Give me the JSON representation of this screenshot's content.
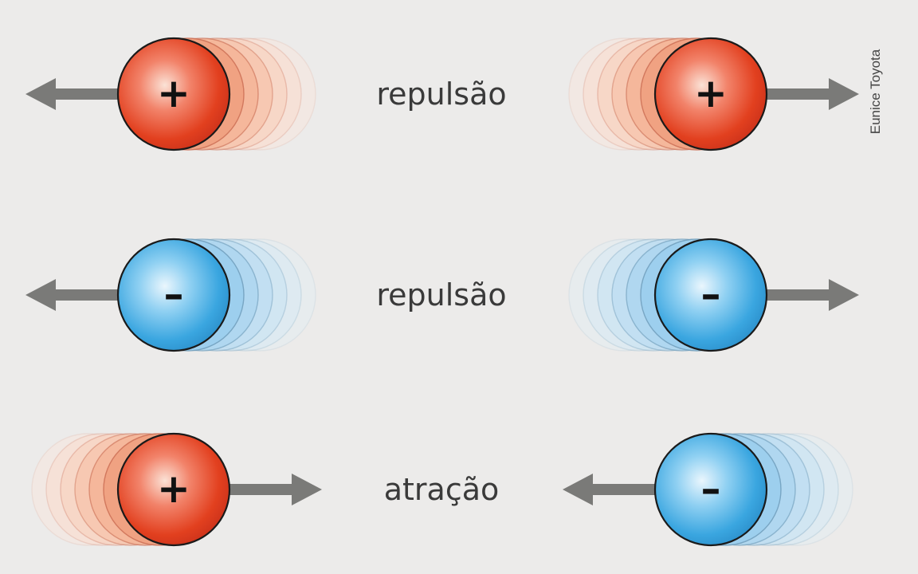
{
  "credit": "Eunice Toyota",
  "colors": {
    "background": "#ecebea",
    "positive": "#e53f25",
    "negative": "#3aa6e0",
    "arrow": "#7a7a78",
    "label": "#3a3a3a"
  },
  "rows": [
    {
      "label": "repulsão",
      "left": {
        "charge": "positive",
        "sign": "+",
        "motion": "left"
      },
      "right": {
        "charge": "positive",
        "sign": "+",
        "motion": "right"
      }
    },
    {
      "label": "repulsão",
      "left": {
        "charge": "negative",
        "sign": "–",
        "motion": "left"
      },
      "right": {
        "charge": "negative",
        "sign": "–",
        "motion": "right"
      }
    },
    {
      "label": "atração",
      "left": {
        "charge": "positive",
        "sign": "+",
        "motion": "right"
      },
      "right": {
        "charge": "negative",
        "sign": "–",
        "motion": "left"
      }
    }
  ]
}
